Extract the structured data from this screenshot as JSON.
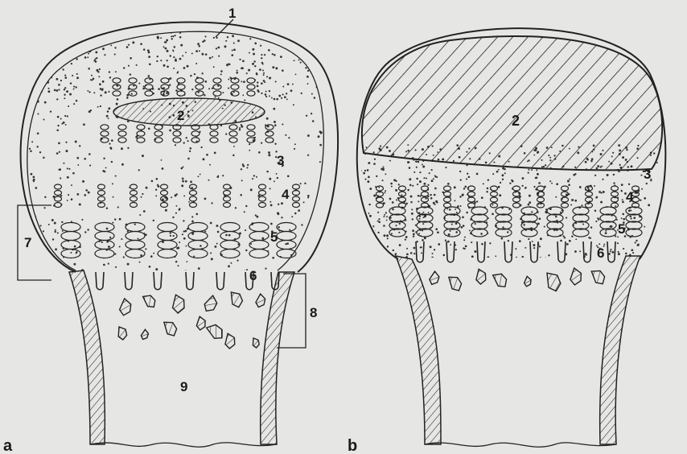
{
  "panel_a": {
    "label": "a",
    "markers": [
      "1",
      "2",
      "3",
      "4",
      "5",
      "6",
      "7",
      "8",
      "9"
    ]
  },
  "panel_b": {
    "label": "b",
    "markers": [
      "2",
      "3",
      "4",
      "5",
      "6"
    ]
  },
  "colors": {
    "background": "#e6e6e4",
    "ink": "#222222"
  }
}
